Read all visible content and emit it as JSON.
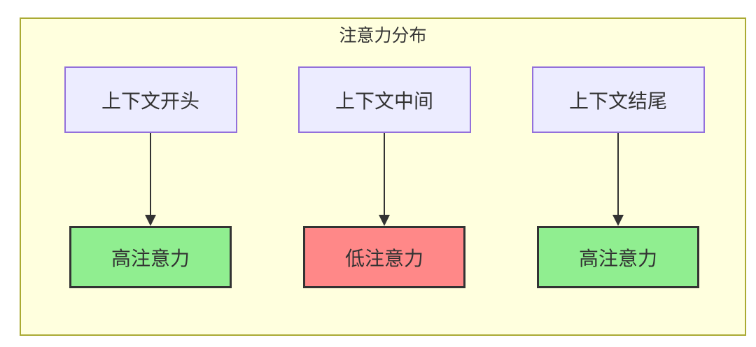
{
  "diagram": {
    "title": "注意力分布",
    "columns": [
      {
        "source": "上下文开头",
        "target": "高注意力",
        "attention": "high"
      },
      {
        "source": "上下文中间",
        "target": "低注意力",
        "attention": "low"
      },
      {
        "source": "上下文结尾",
        "target": "高注意力",
        "attention": "high"
      }
    ],
    "colors": {
      "container_bg": "#ffffde",
      "container_border": "#aaaa33",
      "source_bg": "#ececff",
      "source_border": "#9370db",
      "high_attention_bg": "#90ee90",
      "low_attention_bg": "#ff8888",
      "target_border": "#333333",
      "arrow": "#333333",
      "text": "#333333"
    }
  }
}
